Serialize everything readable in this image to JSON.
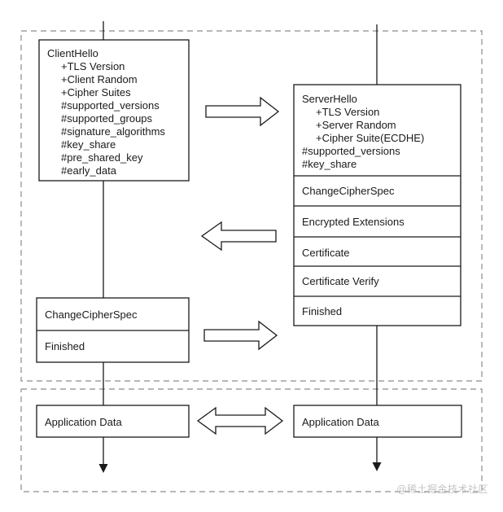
{
  "client": {
    "hello": {
      "lines": [
        "ClientHello",
        "+TLS Version",
        "+Client Random",
        "+Cipher Suites",
        "#supported_versions",
        "#supported_groups",
        "#signature_algorithms",
        "#key_share",
        "#pre_shared_key",
        "#early_data"
      ]
    },
    "change_cipher_spec": "ChangeCipherSpec",
    "finished": "Finished",
    "application_data": "Application Data"
  },
  "server": {
    "hello": {
      "lines": [
        "ServerHello",
        "+TLS Version",
        "+Server Random",
        "+Cipher Suite(ECDHE)",
        "#supported_versions",
        "#key_share"
      ]
    },
    "change_cipher_spec": "ChangeCipherSpec",
    "encrypted_extensions": "Encrypted Extensions",
    "certificate": "Certificate",
    "certificate_verify": "Certificate Verify",
    "finished": "Finished",
    "application_data": "Application Data"
  },
  "watermark": "@稀土掘金技术社区",
  "colors": {
    "line": "#1a1a1a",
    "dash": "#8c8c8c",
    "watermark": "#c4c4c4"
  }
}
